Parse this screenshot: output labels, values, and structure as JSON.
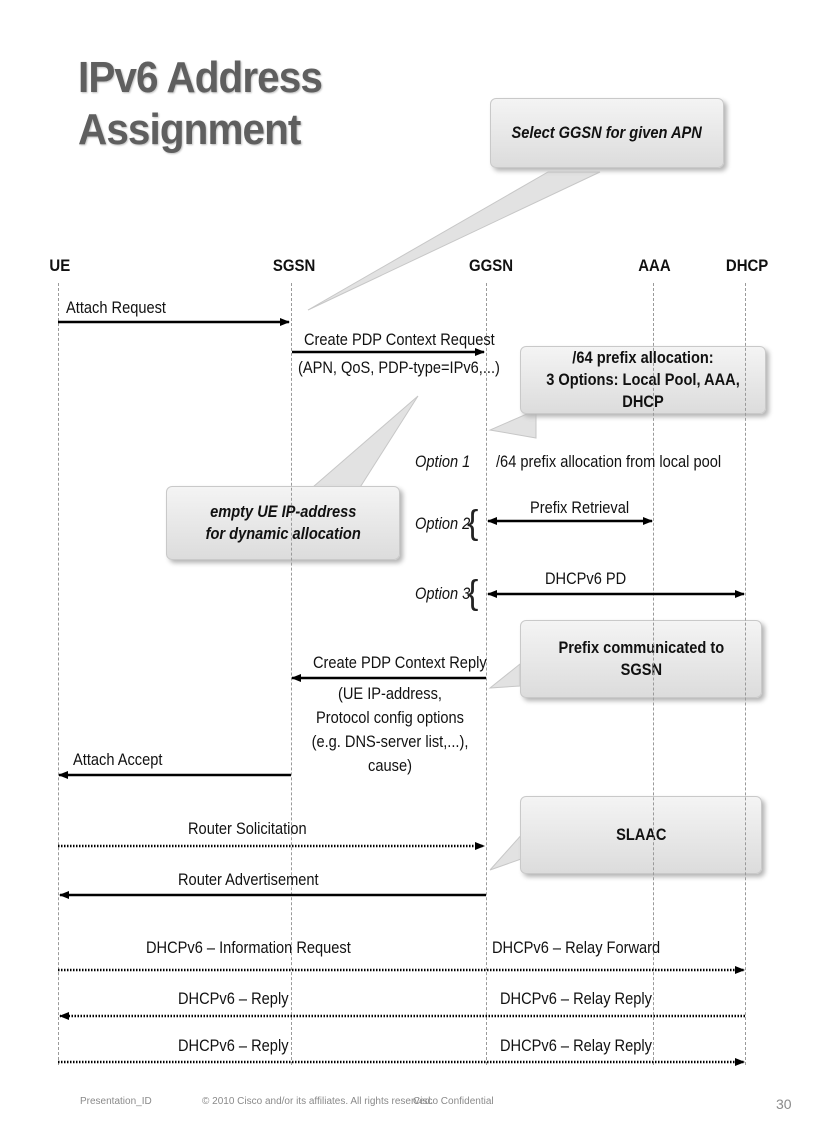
{
  "title": {
    "line1": "IPv6 Address",
    "line2": "Assignment"
  },
  "entities": {
    "ue": "UE",
    "sgsn": "SGSN",
    "ggsn": "GGSN",
    "aaa": "AAA",
    "dhcp": "DHCP"
  },
  "messages": {
    "attach_request": "Attach Request",
    "create_pdp_request": "Create PDP Context Request",
    "create_pdp_request_params": "(APN, QoS, PDP-type=IPv6,...)",
    "local_pool": "/64  prefix allocation from local pool",
    "prefix_retrieval": "Prefix Retrieval",
    "dhcpv6_pd": "DHCPv6 PD",
    "create_pdp_reply": "Create PDP Context Reply",
    "create_pdp_reply_params": [
      "(UE IP-address,",
      "Protocol config options",
      "(e.g. DNS-server list,...),",
      "cause)"
    ],
    "attach_accept": "Attach Accept",
    "router_solicitation": "Router Solicitation",
    "router_advertisement": "Router Advertisement",
    "dhcpv6_info_request": "DHCPv6 – Information Request",
    "dhcpv6_relay_forward": "DHCPv6 – Relay Forward",
    "dhcpv6_reply_1": "DHCPv6 – Reply",
    "dhcpv6_relay_reply_1": "DHCPv6 – Relay Reply",
    "dhcpv6_reply_2": "DHCPv6 – Reply",
    "dhcpv6_relay_reply_2": "DHCPv6 – Relay Reply"
  },
  "options": {
    "option1": "Option 1",
    "option2": "Option 2",
    "option3": "Option 3"
  },
  "callouts": {
    "select_ggsn": "Select GGSN for given APN",
    "prefix_allocation_1": "/64 prefix allocation:",
    "prefix_allocation_2": "3 Options: Local Pool, AAA, DHCP",
    "empty_ue_1": "empty UE IP-address",
    "empty_ue_2": "for  dynamic allocation",
    "prefix_communicated_1": "Prefix communicated to",
    "prefix_communicated_2": "SGSN",
    "slaac": "SLAAC"
  },
  "footer": {
    "presentation_id": "Presentation_ID",
    "copyright": "© 2010 Cisco and/or its affiliates. All rights reserved.",
    "confidential": "Cisco Confidential",
    "page_number": "30"
  }
}
